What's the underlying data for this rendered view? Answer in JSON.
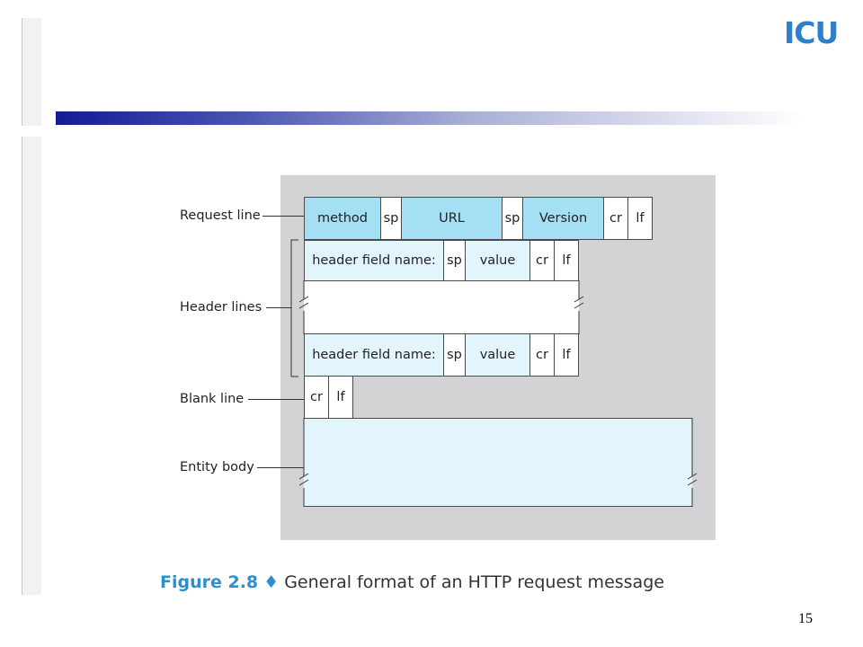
{
  "logo_text": "ICU",
  "diagram": {
    "request_line": {
      "label": "Request line",
      "fields": [
        "method",
        "sp",
        "URL",
        "sp",
        "Version",
        "cr",
        "lf"
      ]
    },
    "header_lines": {
      "label": "Header lines",
      "fields": [
        "header field name:",
        "sp",
        "value",
        "cr",
        "lf"
      ]
    },
    "blank_line": {
      "label": "Blank line",
      "fields": [
        "cr",
        "lf"
      ]
    },
    "entity_body": {
      "label": "Entity body"
    }
  },
  "caption": {
    "figure_number": "Figure 2.8",
    "symbol": "♦",
    "text": "General format of an HTTP request message"
  },
  "page_number": "15",
  "colors": {
    "field_blue": "#a5dff4",
    "body_blue": "#e2f5fc",
    "figure_background": "#d3d3d6",
    "logo": "#2c7fc8",
    "caption_accent": "#2b8fd0"
  }
}
